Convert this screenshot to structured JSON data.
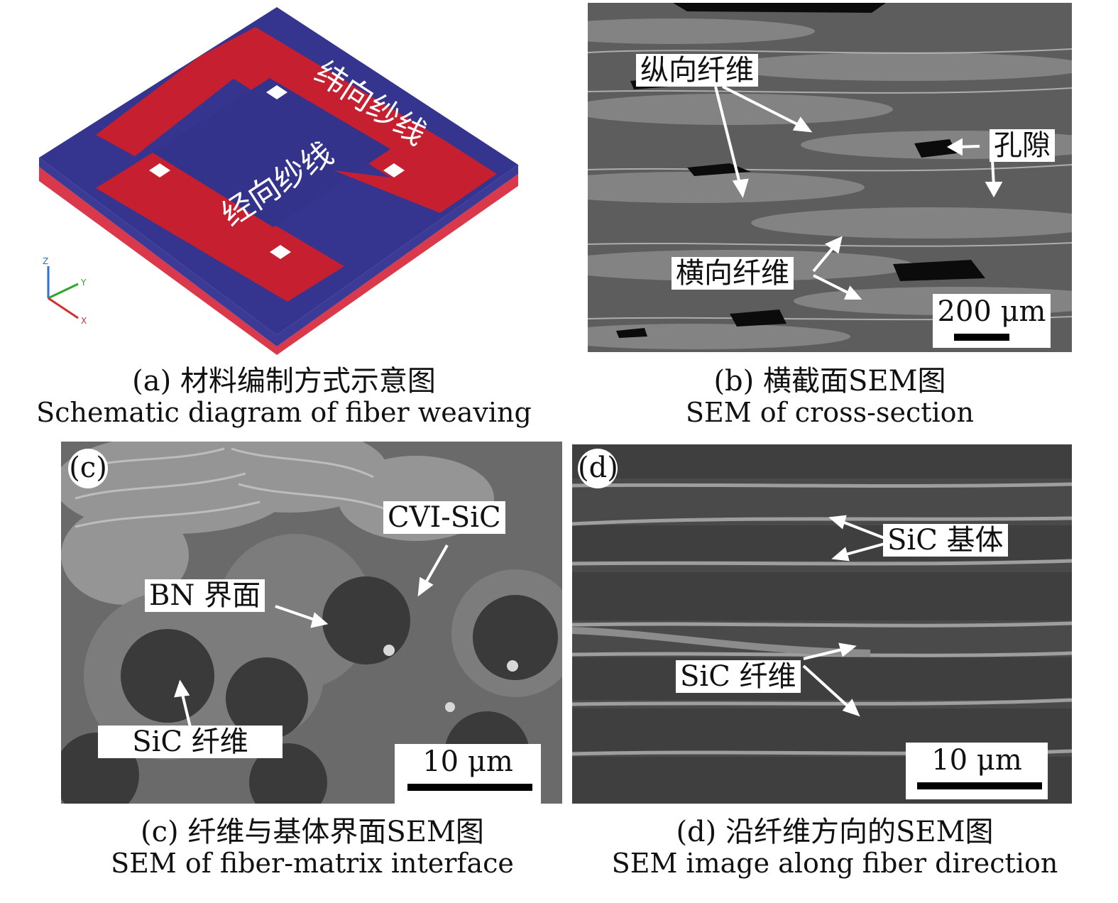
{
  "panel_a": {
    "weft_label": "纬向纱线",
    "warp_label": "经向纱线",
    "axes": {
      "z": "Z",
      "y": "Y",
      "x": "X"
    },
    "colors": {
      "warp": "#35358f",
      "weft": "#c51f30"
    },
    "caption_zh": "(a) 材料编制方式示意图",
    "caption_en": "Schematic diagram of fiber weaving"
  },
  "panel_b": {
    "label_longitudinal": "纵向纤维",
    "label_pore": "孔隙",
    "label_transverse": "横向纤维",
    "scale": "200 μm",
    "caption_zh": "(b) 横截面SEM图",
    "caption_en": "SEM of cross-section"
  },
  "panel_c": {
    "letter": "(c)",
    "label_cvi": "CVI-SiC",
    "label_bn": "BN 界面",
    "label_fiber": "SiC 纤维",
    "scale": "10 μm",
    "caption_zh": "(c) 纤维与基体界面SEM图",
    "caption_en": "SEM of fiber-matrix interface"
  },
  "panel_d": {
    "letter": "(d)",
    "label_matrix": "SiC 基体",
    "label_fiber": "SiC 纤维",
    "scale": "10 μm",
    "caption_zh": "(d) 沿纤维方向的SEM图",
    "caption_en": "SEM image along fiber direction"
  }
}
